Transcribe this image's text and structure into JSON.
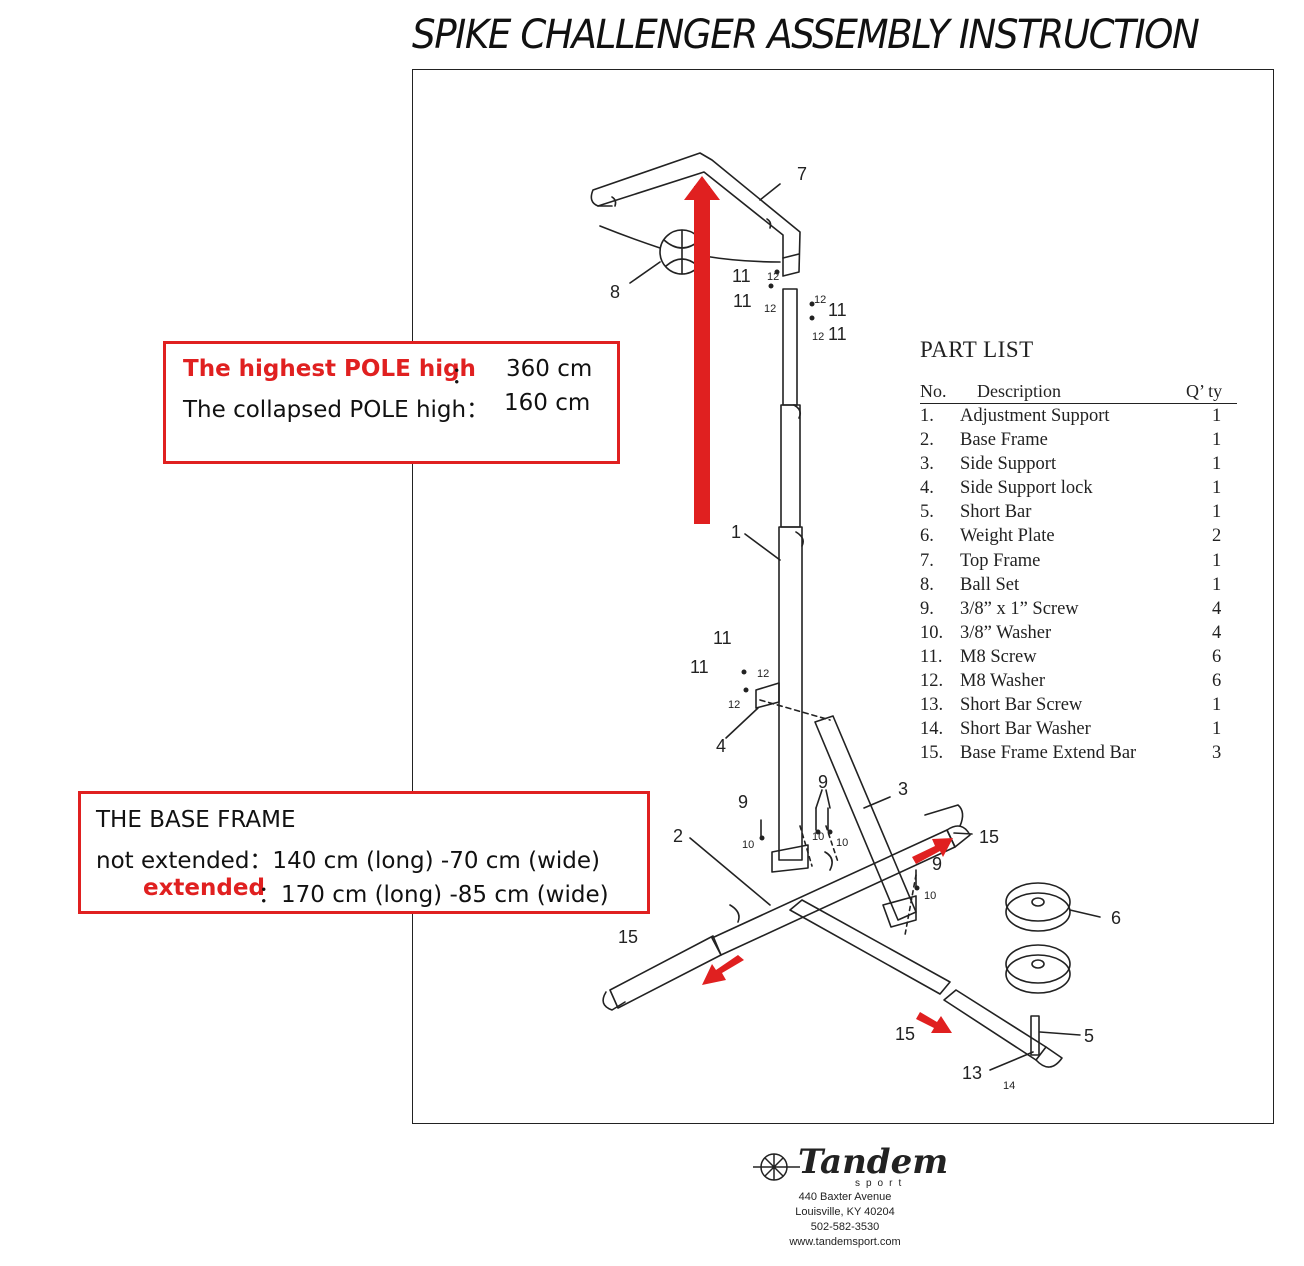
{
  "title": "SPIKE CHALLENGER ASSEMBLY INSTRUCTION",
  "part_list": {
    "title": "PART LIST",
    "headers": {
      "no": "No.",
      "description": "Description",
      "qty": "Q’ ty"
    },
    "rows": [
      {
        "no": "1.",
        "desc": "Adjustment Support",
        "qty": "1"
      },
      {
        "no": "2.",
        "desc": "Base Frame",
        "qty": "1"
      },
      {
        "no": "3.",
        "desc": "Side Support",
        "qty": "1"
      },
      {
        "no": "4.",
        "desc": "Side Support lock",
        "qty": "1"
      },
      {
        "no": "5.",
        "desc": "Short Bar",
        "qty": "1"
      },
      {
        "no": "6.",
        "desc": "Weight Plate",
        "qty": "2"
      },
      {
        "no": "7.",
        "desc": "Top Frame",
        "qty": "1"
      },
      {
        "no": "8.",
        "desc": "Ball Set",
        "qty": "1"
      },
      {
        "no": "9.",
        "desc": "3/8”  x 1”   Screw",
        "qty": "4"
      },
      {
        "no": "10.",
        "desc": "3/8”   Washer",
        "qty": "4"
      },
      {
        "no": "11.",
        "desc": "M8 Screw",
        "qty": "6"
      },
      {
        "no": "12.",
        "desc": "M8 Washer",
        "qty": "6"
      },
      {
        "no": "13.",
        "desc": "Short Bar Screw",
        "qty": "1"
      },
      {
        "no": "14.",
        "desc": "Short Bar Washer",
        "qty": "1"
      },
      {
        "no": "15.",
        "desc": "Base Frame Extend Bar",
        "qty": "3"
      }
    ]
  },
  "pole_box": {
    "highest_label": "The highest POLE high",
    "highest_sep": "：",
    "highest_value": "360 cm",
    "collapsed_label": "The collapsed POLE high：",
    "collapsed_value": "160 cm"
  },
  "base_box": {
    "heading": "THE BASE FRAME",
    "not_extended": "not extended：140 cm (long) -70 cm (wide)",
    "extended_label": "extended",
    "extended_value": "：170 cm (long) -85 cm (wide)"
  },
  "callouts": {
    "c1": "1",
    "c2": "2",
    "c3": "3",
    "c4": "4",
    "c5": "5",
    "c6": "6",
    "c7": "7",
    "c8": "8",
    "c9": "9",
    "c10": "10",
    "c11": "11",
    "c12": "12",
    "c13": "13",
    "c14": "14",
    "c15": "15"
  },
  "footer": {
    "brand": "Tandem",
    "brand_sub": "sport",
    "address1": "440 Baxter Avenue",
    "address2": "Louisville, KY 40204",
    "phone": "502-582-3530",
    "website": "www.tandemsport.com"
  },
  "colors": {
    "highlight": "#e02020",
    "line": "#222222"
  },
  "icons": [
    "arrow-up-icon",
    "arrow-outward-icon",
    "tandem-logo-icon"
  ]
}
